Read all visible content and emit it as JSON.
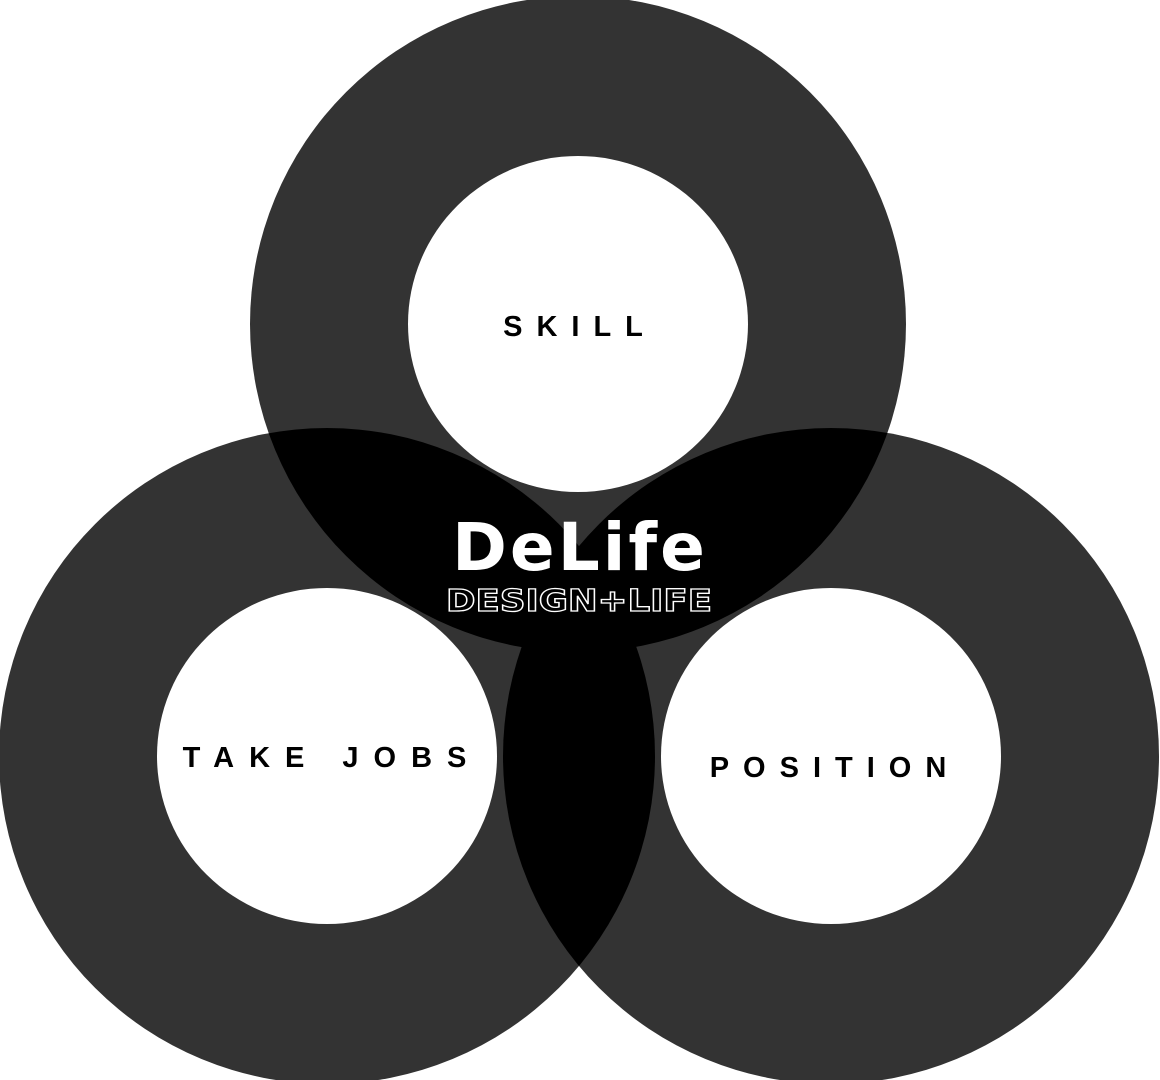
{
  "colors": {
    "ring": "#333333",
    "overlap": "#000000",
    "inner": "#ffffff",
    "label": "#000000",
    "brand": "#ffffff"
  },
  "circles": {
    "skill": {
      "label": "SKILL"
    },
    "take_jobs": {
      "label": "TAKE JOBS"
    },
    "position": {
      "label": "POSITION"
    }
  },
  "brand": {
    "title": "DeLife",
    "subtitle": "DESIGN+LIFE"
  }
}
